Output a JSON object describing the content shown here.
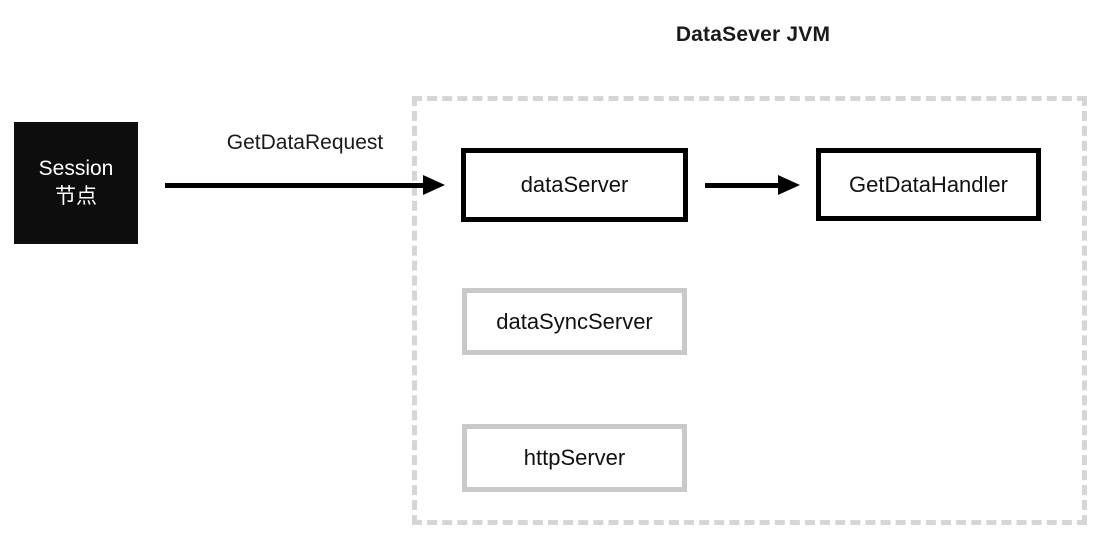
{
  "diagram": {
    "title": "DataSever JVM",
    "session_node": {
      "line1": "Session",
      "line2": "节点"
    },
    "edges": [
      {
        "name": "get-data-request",
        "label": "GetDataRequest",
        "from": "Session 节点",
        "to": "dataServer"
      },
      {
        "name": "dataserver-to-handler",
        "label": "",
        "from": "dataServer",
        "to": "GetDataHandler"
      }
    ],
    "components": [
      {
        "label": "dataServer",
        "style": "strong",
        "color": "#000000"
      },
      {
        "label": "GetDataHandler",
        "style": "strong",
        "color": "#000000"
      },
      {
        "label": "dataSyncServer",
        "style": "muted",
        "color": "#c9c9c9"
      },
      {
        "label": "httpServer",
        "style": "muted",
        "color": "#c9c9c9"
      }
    ],
    "container": {
      "name": "jvm-boundary",
      "border_style": "dashed",
      "border_color": "#d6d6d6"
    },
    "colors": {
      "background": "#ffffff",
      "ink": "#000000",
      "muted_border": "#c9c9c9",
      "dashed_border": "#d6d6d6",
      "session_fill": "#0d0d0d",
      "session_text": "#ffffff"
    }
  }
}
